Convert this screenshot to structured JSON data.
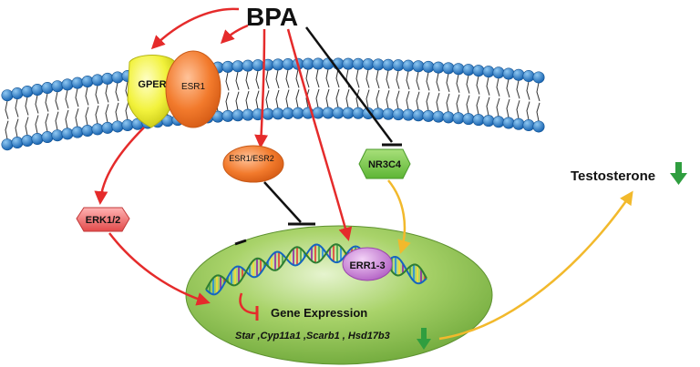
{
  "ligand": {
    "label": "BPA"
  },
  "receptors": {
    "gper": "GPER",
    "esr1": "ESR1",
    "esr1_esr2": "ESR1/ESR2",
    "nr3c4": "NR3C4",
    "erk": "ERK1/2",
    "err": "ERR1-3"
  },
  "nucleus": {
    "gene_expression_title": "Gene Expression",
    "genes": "Star ,Cyp11a1 ,Scarb1 , Hsd17b3"
  },
  "output": {
    "label": "Testosterone",
    "direction": "down"
  },
  "colors": {
    "activation_arrow": "#e52b2b",
    "androgen_arrow": "#f2b92c",
    "inhibition": "#111111",
    "decrease_arrow": "#2f9e3f",
    "membrane_head": "#1f78c8",
    "nucleus_fill": "#8cc452"
  }
}
